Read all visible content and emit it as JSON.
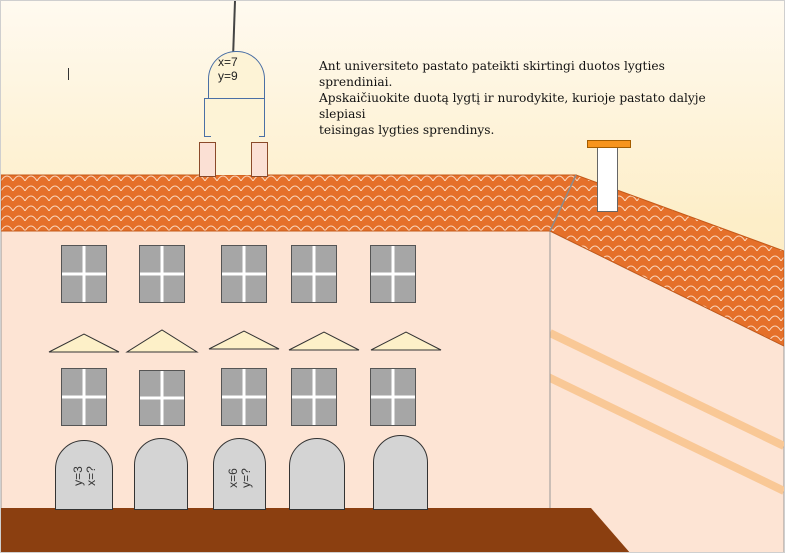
{
  "task": {
    "lines": [
      "Ant universiteto pastato pateikti skirtingi duotos lygties sprendiniai.",
      "Apskaičiuokite duotą lygtį ir nurodykite, kurioje pastato dalyje slepiasi",
      "teisingas lygties sprendinys."
    ]
  },
  "tower": {
    "x_label": "x=7",
    "y_label": "y=9"
  },
  "doors": [
    {
      "label": "y=3\nx=?"
    },
    {
      "label": ""
    },
    {
      "label": "x=6\ny=?"
    },
    {
      "label": ""
    },
    {
      "label": ""
    }
  ],
  "colors": {
    "wall": "#fde4d4",
    "roof": "#e87a32",
    "ground": "#8b3f10",
    "stripe": "#f9c896",
    "pediment": "#fdf0c8"
  }
}
